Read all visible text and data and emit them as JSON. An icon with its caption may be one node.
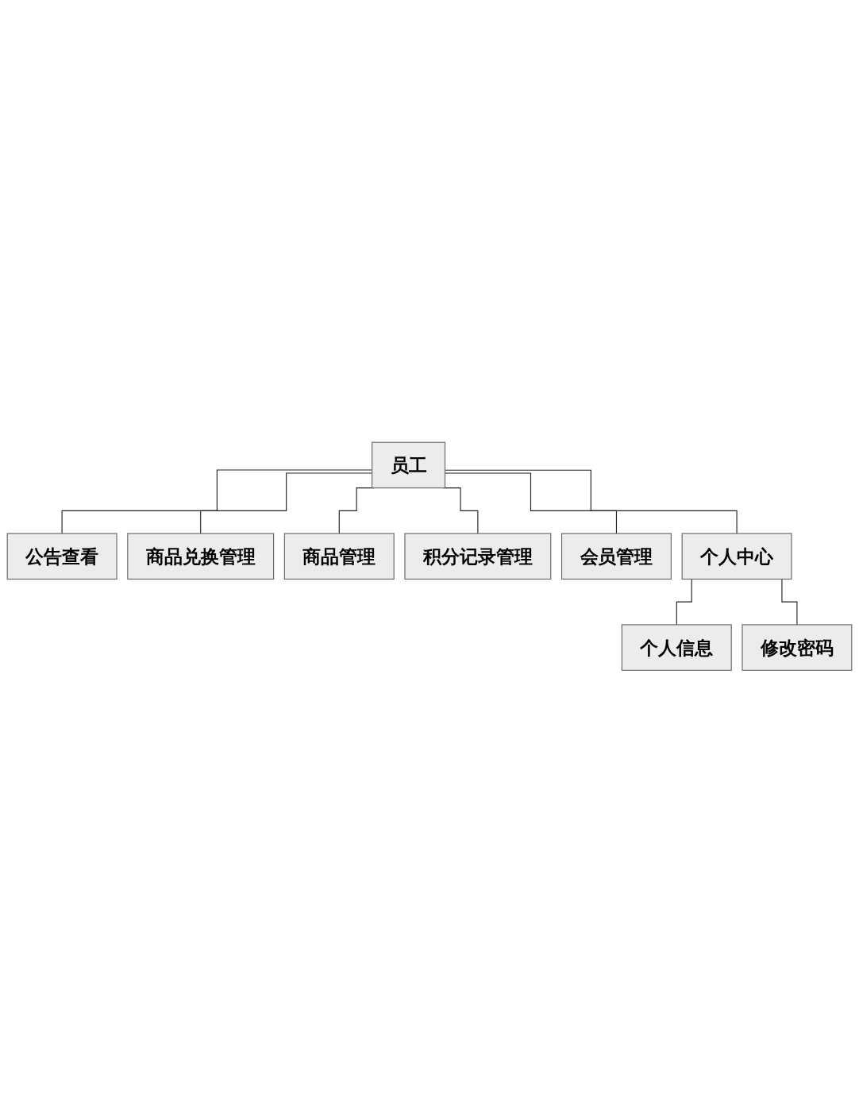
{
  "diagram": {
    "nodes": [
      {
        "text": [
          "员工"
        ]
      },
      {
        "text": [
          "公告查看"
        ]
      },
      {
        "text": [
          "商品兑换管理"
        ]
      },
      {
        "text": [
          "商品管理"
        ]
      },
      {
        "text": [
          "积分记录管理"
        ]
      },
      {
        "text": [
          "会员管理"
        ]
      },
      {
        "text": [
          "个人中心"
        ]
      },
      {
        "text": [
          "个人信息"
        ]
      },
      {
        "text": [
          "修改密码"
        ]
      }
    ],
    "edges": [
      {
        "from": 0,
        "to": 1,
        "arrow": "none"
      },
      {
        "from": 0,
        "to": 2,
        "arrow": "none"
      },
      {
        "from": 0,
        "to": 3,
        "arrow": "none"
      },
      {
        "from": 0,
        "to": 4,
        "arrow": "none"
      },
      {
        "from": 0,
        "to": 5,
        "arrow": "none"
      },
      {
        "from": 0,
        "to": 6,
        "arrow": "none"
      },
      {
        "from": 6,
        "to": 7,
        "arrow": "none"
      },
      {
        "from": 6,
        "to": 8,
        "arrow": "none"
      }
    ]
  }
}
